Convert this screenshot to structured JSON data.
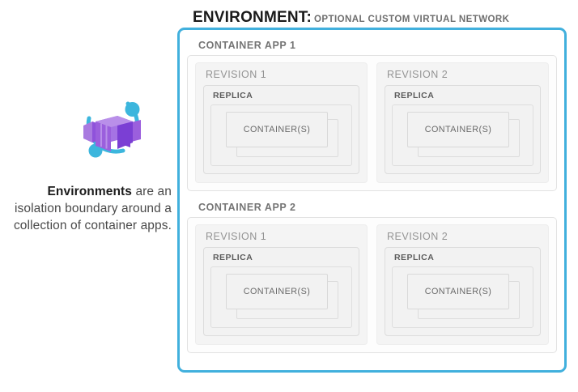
{
  "title": {
    "main": "ENVIRONMENT:",
    "sub": "OPTIONAL CUSTOM VIRTUAL NETWORK"
  },
  "caption": {
    "bold": "Environments",
    "rest": " are an isolation boundary around a collection of container apps."
  },
  "icon": {
    "name": "azure-container-apps-icon",
    "arc_color": "#3cb6dd",
    "dot_color": "#3cb6dd",
    "box_color_light": "#a97ae0",
    "box_color_mid": "#9b5fdd",
    "box_color_dark": "#7b3fd4"
  },
  "colors": {
    "environment_border": "#41b0dd",
    "panel_background": "#f2f2f2",
    "app_label": "#757575",
    "revision_label": "#939393",
    "replica_label": "#5c5c5c",
    "container_label": "#6a6a6a"
  },
  "apps": [
    {
      "label": "CONTAINER APP 1",
      "revisions": [
        {
          "label": "REVISION 1",
          "replica": {
            "label": "REPLICA",
            "container": "CONTAINER(S)"
          }
        },
        {
          "label": "REVISION 2",
          "replica": {
            "label": "REPLICA",
            "container": "CONTAINER(S)"
          }
        }
      ]
    },
    {
      "label": "CONTAINER APP 2",
      "revisions": [
        {
          "label": "REVISION 1",
          "replica": {
            "label": "REPLICA",
            "container": "CONTAINER(S)"
          }
        },
        {
          "label": "REVISION 2",
          "replica": {
            "label": "REPLICA",
            "container": "CONTAINER(S)"
          }
        }
      ]
    }
  ]
}
